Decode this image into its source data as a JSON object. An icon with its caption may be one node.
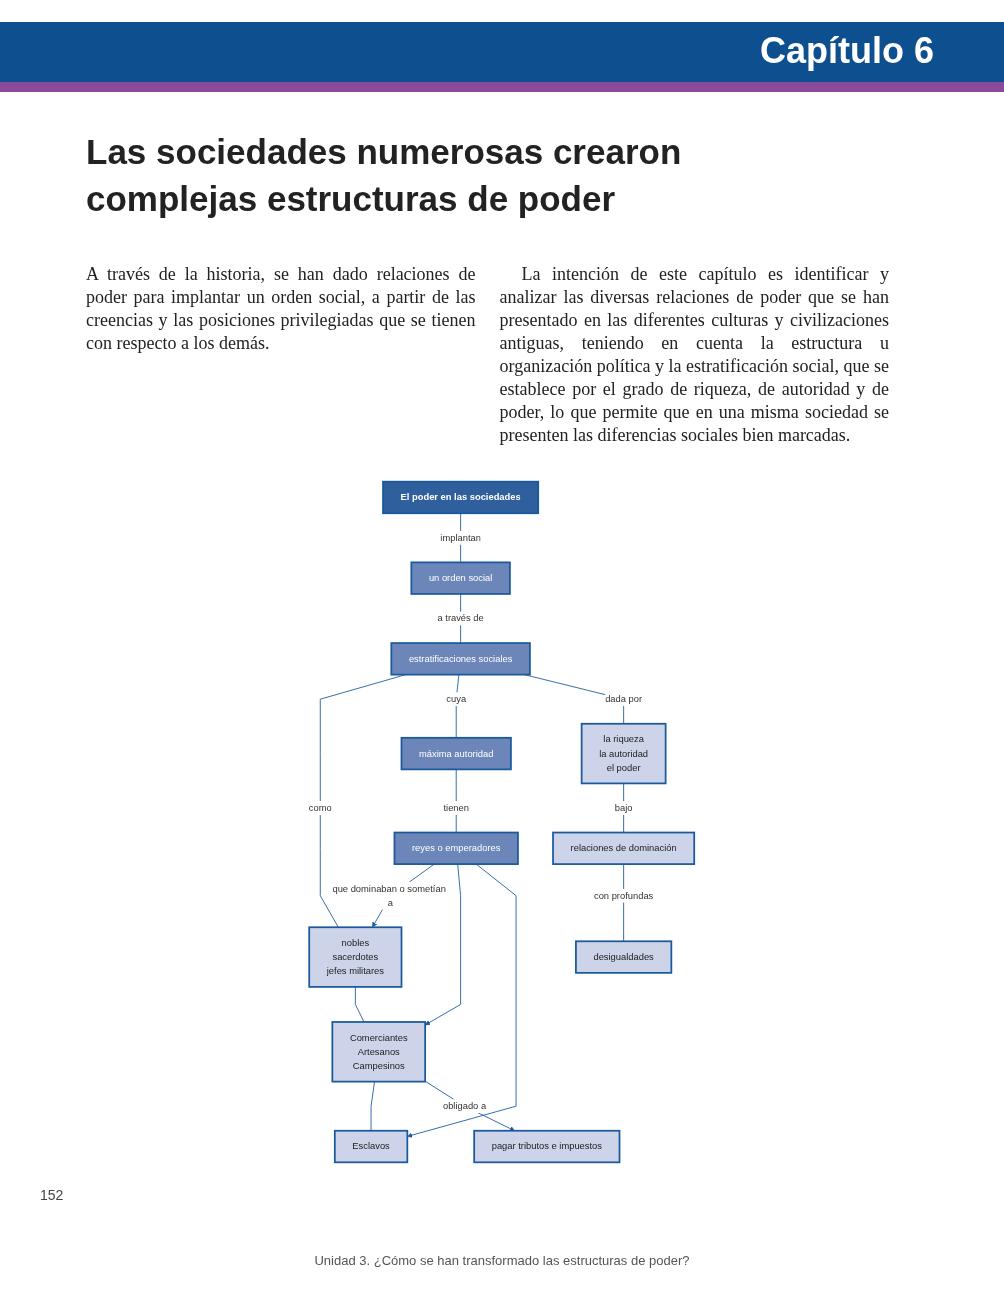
{
  "diagram": {
    "title": "Las sociedades numerosas crearon complejas estructuras de poder",
    "nodes": [
      {
        "text": [
          "El poder en las sociedades"
        ]
      },
      {
        "text": [
          "un orden social"
        ]
      },
      {
        "text": [
          "estratificaciones sociales"
        ]
      },
      {
        "text": [
          "nobles",
          "sacerdotes",
          "jefes militares"
        ]
      },
      {
        "text": [
          "máxima autoridad"
        ]
      },
      {
        "text": [
          "la riqueza",
          "la autoridad",
          "el poder"
        ]
      },
      {
        "text": [
          "Comerciantes",
          "Artesanos",
          "Campesinos"
        ]
      },
      {
        "text": [
          "reyes o emperadores"
        ]
      },
      {
        "text": [
          "relaciones de dominación"
        ]
      },
      {
        "text": [
          "Esclavos"
        ]
      },
      {
        "text": [
          "pagar tributos e impuestos"
        ]
      },
      {
        "text": [
          "desigualdades"
        ]
      }
    ],
    "edges": [
      {
        "from": 0,
        "to": 1,
        "label": "implantan",
        "arrow": "none"
      },
      {
        "from": 1,
        "to": 2,
        "label": "a través de",
        "arrow": "none"
      },
      {
        "from": 2,
        "to": 3,
        "label": "como",
        "arrow": "none"
      },
      {
        "from": 2,
        "to": 4,
        "label": "cuya",
        "arrow": "none"
      },
      {
        "from": 2,
        "to": 5,
        "label": "dada por",
        "arrow": "none"
      },
      {
        "from": 3,
        "to": 6,
        "arrow": "none"
      },
      {
        "from": 6,
        "to": 9,
        "arrow": "none"
      },
      {
        "from": 4,
        "to": 7,
        "label": "tienen",
        "arrow": "none"
      },
      {
        "from": 7,
        "to": 3,
        "label": "que dominaban o sometían a",
        "arrow": "to"
      },
      {
        "from": 7,
        "to": 6,
        "arrow": "to"
      },
      {
        "from": 7,
        "to": 9,
        "arrow": "to"
      },
      {
        "from": 5,
        "to": 8,
        "label": "bajo",
        "arrow": "none"
      },
      {
        "from": 8,
        "to": 11,
        "label": "con profundas",
        "arrow": "none"
      },
      {
        "from": 6,
        "to": 10,
        "label": "obligado a",
        "arrow": "to"
      }
    ],
    "labels": [
      "Capítulo 6",
      "A través de la historia, se han dado relaciones de poder para implantar un orden social, a partir de las creencias y las posiciones privilegiadas que se tienen con respecto a los demás.",
      "La intención de este capítulo es identificar y analizar las diversas relaciones de poder que se han presentado en las diferentes culturas y civilizaciones antiguas, teniendo en cuenta la estructura u organización política y la estratificación social, que se establece por el grado de riqueza, de autoridad y de poder, lo que permite que en una misma sociedad se presenten las diferencias sociales bien marcadas.",
      "152",
      "Unidad 3. ¿Cómo se han transformado las estructuras de poder?"
    ]
  }
}
